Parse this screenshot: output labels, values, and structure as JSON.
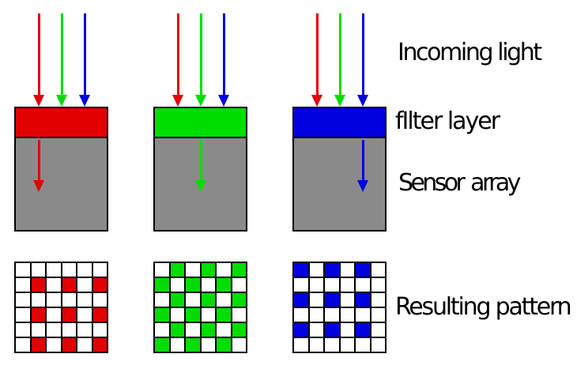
{
  "labels": {
    "incoming_light": "Incoming light",
    "filter_layer": "fIlter layer",
    "sensor_array": "Sensor array",
    "resulting_pattern": "Resulting pattern"
  },
  "palette": {
    "red": "#e30000",
    "green": "#00dd00",
    "blue": "#0000e0",
    "sensor_gray": "#8a8a8a",
    "outline": "#000000",
    "cell_white": "#ffffff",
    "text": "#000000",
    "background": "#ffffff"
  },
  "incoming_arrows": [
    "red",
    "green",
    "blue"
  ],
  "columns": [
    {
      "id": "red",
      "filter": "red",
      "transmitted": "red",
      "pattern": [
        [
          0,
          0,
          0,
          0,
          0,
          0
        ],
        [
          0,
          1,
          0,
          1,
          0,
          1
        ],
        [
          0,
          0,
          0,
          0,
          0,
          0
        ],
        [
          0,
          1,
          0,
          1,
          0,
          1
        ],
        [
          0,
          0,
          0,
          0,
          0,
          0
        ],
        [
          0,
          1,
          0,
          1,
          0,
          1
        ]
      ]
    },
    {
      "id": "green",
      "filter": "green",
      "transmitted": "green",
      "pattern": [
        [
          0,
          1,
          0,
          1,
          0,
          1
        ],
        [
          1,
          0,
          1,
          0,
          1,
          0
        ],
        [
          0,
          1,
          0,
          1,
          0,
          1
        ],
        [
          1,
          0,
          1,
          0,
          1,
          0
        ],
        [
          0,
          1,
          0,
          1,
          0,
          1
        ],
        [
          1,
          0,
          1,
          0,
          1,
          0
        ]
      ]
    },
    {
      "id": "blue",
      "filter": "blue",
      "transmitted": "blue",
      "pattern": [
        [
          1,
          0,
          1,
          0,
          1,
          0
        ],
        [
          0,
          0,
          0,
          0,
          0,
          0
        ],
        [
          1,
          0,
          1,
          0,
          1,
          0
        ],
        [
          0,
          0,
          0,
          0,
          0,
          0
        ],
        [
          1,
          0,
          1,
          0,
          1,
          0
        ],
        [
          0,
          0,
          0,
          0,
          0,
          0
        ]
      ]
    }
  ]
}
